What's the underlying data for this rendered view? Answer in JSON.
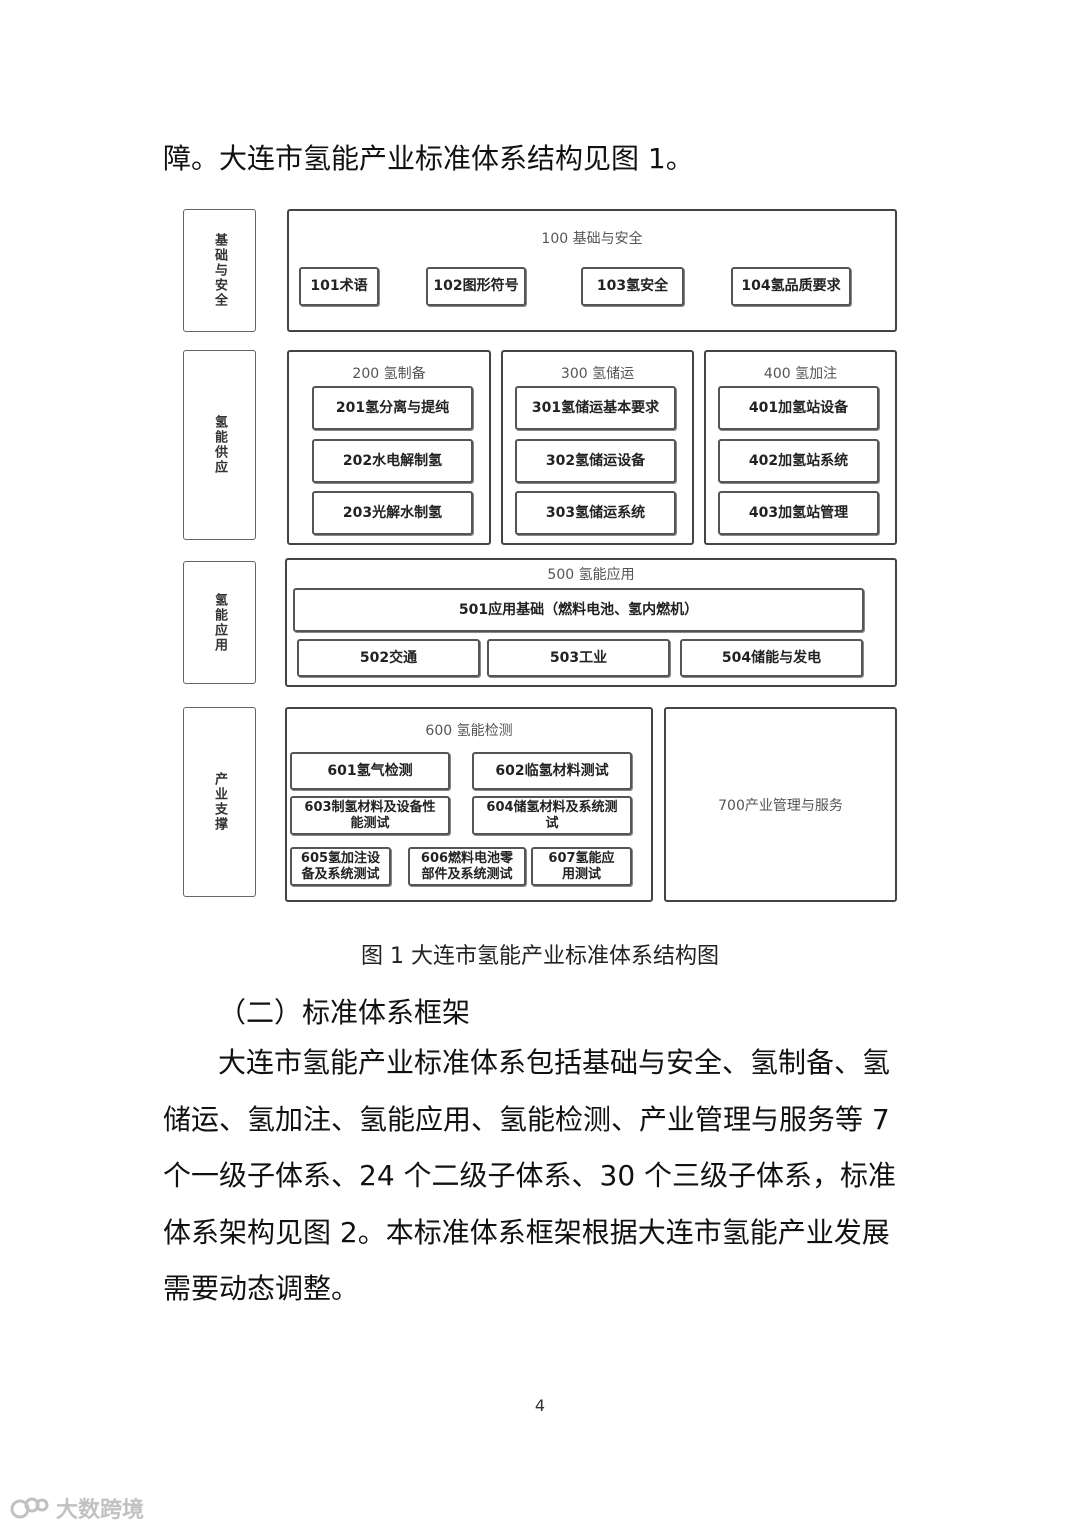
{
  "intro_line": "障。大连市氢能产业标准体系结构见图 1。",
  "diagram": {
    "sides": [
      "基础与安全",
      "氢能供应",
      "氢能应用",
      "产业支撑"
    ],
    "g100": {
      "title": "100 基础与安全",
      "items": [
        "101术语",
        "102图形符号",
        "103氢安全",
        "104氢品质要求"
      ]
    },
    "g200": {
      "title": "200 氢制备",
      "items": [
        "201氢分离与提纯",
        "202水电解制氢",
        "203光解水制氢"
      ]
    },
    "g300": {
      "title": "300 氢储运",
      "items": [
        "301氢储运基本要求",
        "302氢储运设备",
        "303氢储运系统"
      ]
    },
    "g400": {
      "title": "400 氢加注",
      "items": [
        "401加氢站设备",
        "402加氢站系统",
        "403加氢站管理"
      ]
    },
    "g500": {
      "title": "500 氢能应用",
      "items": [
        "501应用基础（燃料电池、氢内燃机）",
        "502交通",
        "503工业",
        "504储能与发电"
      ]
    },
    "g600": {
      "title": "600 氢能检测",
      "items": [
        "601氢气检测",
        "602临氢材料测试",
        "603制氢材料及设备性能测试",
        "604储氢材料及系统测试",
        "605氢加注设备及系统测试",
        "606燃料电池零部件及系统测试",
        "607氢能应用测试"
      ]
    },
    "g700": {
      "title": "700产业管理与服务"
    }
  },
  "figure_caption": "图 1  大连市氢能产业标准体系结构图",
  "section_heading": "（二）标准体系框架",
  "body_lines": [
    "大连市氢能产业标准体系包括基础与安全、氢制备、氢",
    "储运、氢加注、氢能应用、氢能检测、产业管理与服务等 7",
    "个一级子体系、24 个二级子体系、30 个三级子体系，标准",
    "体系架构见图 2。本标准体系框架根据大连市氢能产业发展",
    "需要动态调整。"
  ],
  "page_number": "4",
  "watermark": "大数跨境"
}
